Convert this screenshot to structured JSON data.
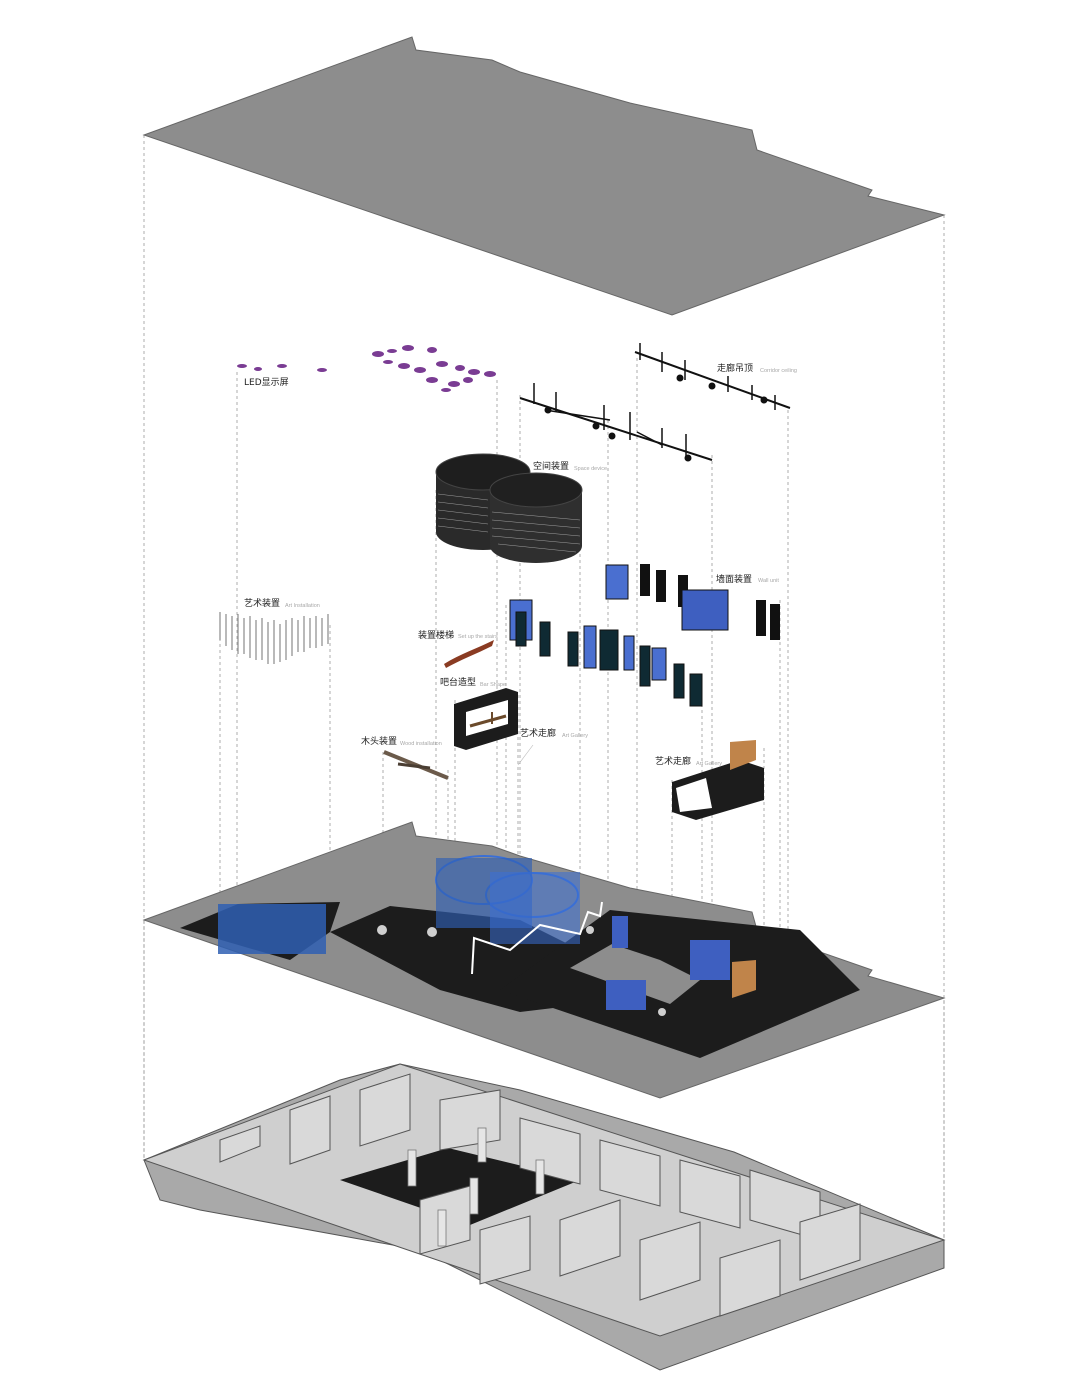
{
  "labels": {
    "led": {
      "zh": "LED显示屏",
      "en": ""
    },
    "corridor_ceiling": {
      "zh": "走廊吊顶",
      "en": "Corridor ceiling"
    },
    "space_device": {
      "zh": "空间装置",
      "en": "Space device"
    },
    "wall_unit": {
      "zh": "墙面装置",
      "en": "Wall unit"
    },
    "art_installation": {
      "zh": "艺术装置",
      "en": "Art Installation"
    },
    "stairs": {
      "zh": "装置楼梯",
      "en": "Set up the stairs"
    },
    "bar": {
      "zh": "吧台造型",
      "en": "Bar Shape"
    },
    "wood": {
      "zh": "木头装置",
      "en": "Wood installation"
    },
    "gallery_a": {
      "zh": "艺术走廊",
      "en": "Art Gallery"
    },
    "gallery_b": {
      "zh": "艺术走廊",
      "en": "Art Gallery"
    }
  },
  "colors": {
    "slab": "#8d8d8d",
    "slab_edge": "#555555",
    "dark": "#1c1c1c",
    "led_purple": "#7a3c93",
    "glass_blue": "#2f5fb3",
    "wood": "#c0844a",
    "screen_blue": "#4a6fd0",
    "wall_light": "#d9d9d9",
    "wall_mid": "#a9a9a9"
  },
  "icons": [
    "exploded-axonometric-diagram"
  ]
}
